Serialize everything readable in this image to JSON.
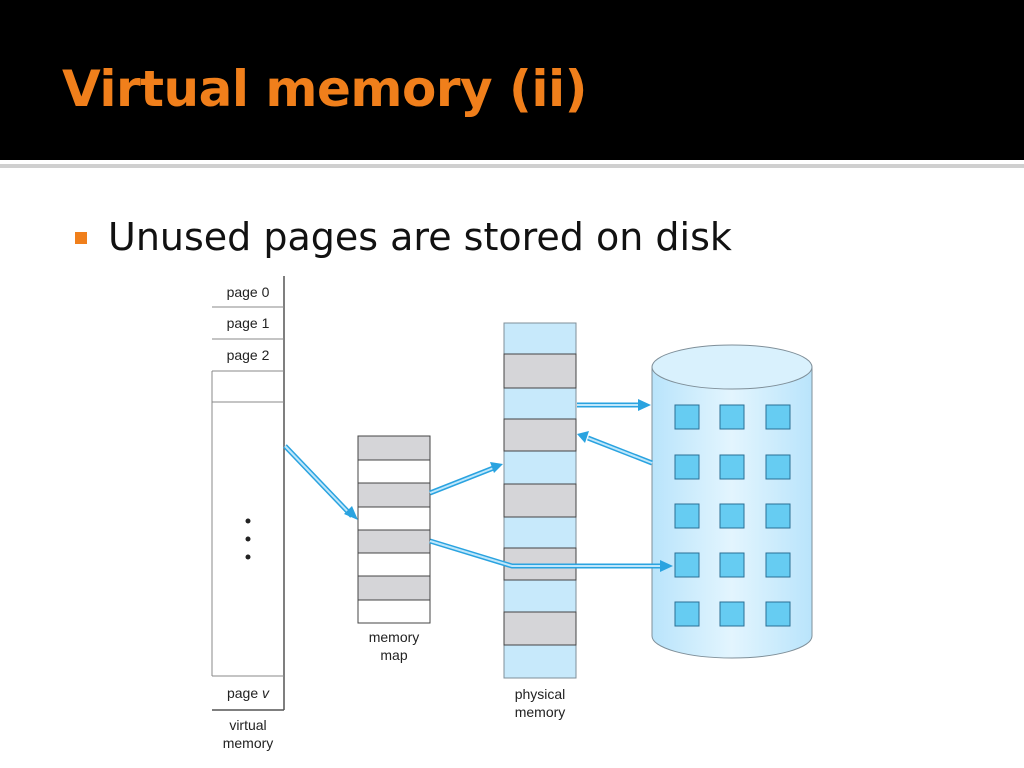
{
  "slide": {
    "title": "Virtual memory (ii)",
    "bullet": "Unused pages are stored on disk"
  },
  "diagram": {
    "virtual_memory": {
      "pages": [
        "page 0",
        "page 1",
        "page 2"
      ],
      "last_page_prefix": "page ",
      "last_page_var": "v",
      "label_line1": "virtual",
      "label_line2": "memory"
    },
    "memory_map": {
      "label_line1": "memory",
      "label_line2": "map"
    },
    "physical_memory": {
      "label_line1": "physical",
      "label_line2": "memory"
    },
    "colors": {
      "title": "#f07f1b",
      "bullet": "#f07f1b",
      "frame_fill": "#c7e9fb",
      "disk_square": "#66ccf2",
      "arrow": "#2aa3e0",
      "gray_block": "#d5d5d8"
    }
  }
}
